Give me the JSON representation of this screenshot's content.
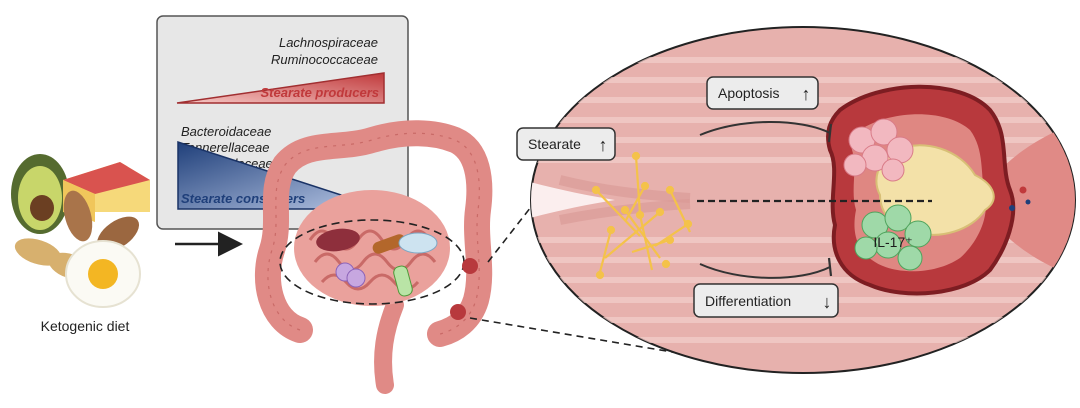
{
  "diet": {
    "label": "Ketogenic diet"
  },
  "microbiome_panel": {
    "producers": {
      "taxa": [
        "Lachnospiraceae",
        "Ruminococcaceae"
      ],
      "label": "Stearate producers",
      "color": "#c0393b"
    },
    "consumers": {
      "taxa": [
        "Bacteroidaceae",
        "Tannerellaceae",
        "Muribaculaceae"
      ],
      "label": "Stearate consumers",
      "color": "#1f3f7a"
    }
  },
  "labels": {
    "stearate": "Stearate",
    "apoptosis": "Apoptosis",
    "differentiation": "Differentiation",
    "il17": "IL-17⁺"
  },
  "arrows": {
    "up": "↑",
    "down": "↓"
  },
  "colors": {
    "colon": "#e08a86",
    "tissue": "#e7b1ad",
    "tumor": "#b8393d",
    "stearate_molecule": "#f4c24a",
    "il17_cells": "#9fd9a8",
    "apoptotic_cells": "#f2b8c0"
  }
}
